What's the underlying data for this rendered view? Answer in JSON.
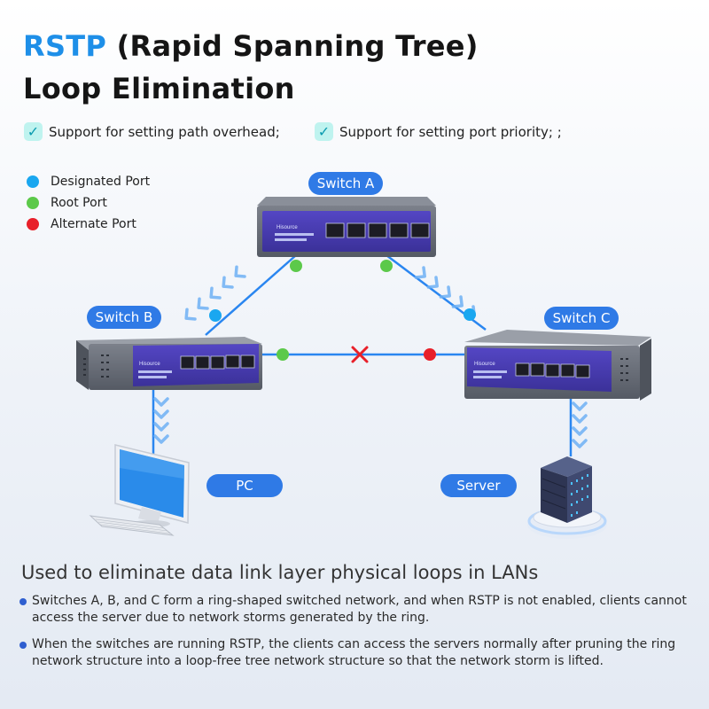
{
  "title": {
    "accent": "RSTP",
    "line1_rest": " (Rapid Spanning Tree)",
    "line2": "Loop Elimination"
  },
  "features": [
    {
      "label": "Support for setting path overhead;"
    },
    {
      "label": "Support for setting port priority; ;"
    }
  ],
  "legend": [
    {
      "label": "Designated Port",
      "color": "#1aa7f0"
    },
    {
      "label": "Root Port",
      "color": "#5cc94a"
    },
    {
      "label": "Alternate Port",
      "color": "#e8202a"
    }
  ],
  "nodes": {
    "switch_a": "Switch A",
    "switch_b": "Switch B",
    "switch_c": "Switch C",
    "pc": "PC",
    "server": "Server"
  },
  "device_brand": "Hisource",
  "colors": {
    "accent": "#1e8fe8",
    "pill": "#2f7ae6",
    "link": "#2a86f0",
    "switch_panel": "#4a3fb5",
    "switch_body": "#5a5f6a"
  },
  "blocked_marker": "x-mark",
  "section_title": "Used to eliminate data link layer physical loops in LANs",
  "bullets": [
    "Switches A, B, and C form a ring-shaped switched network, and when RSTP is not enabled, clients cannot access the server due to network storms generated by the ring.",
    "When the switches are running RSTP, the clients can access the servers normally after pruning the ring network structure into a loop-free tree network structure so that the network storm is lifted."
  ]
}
